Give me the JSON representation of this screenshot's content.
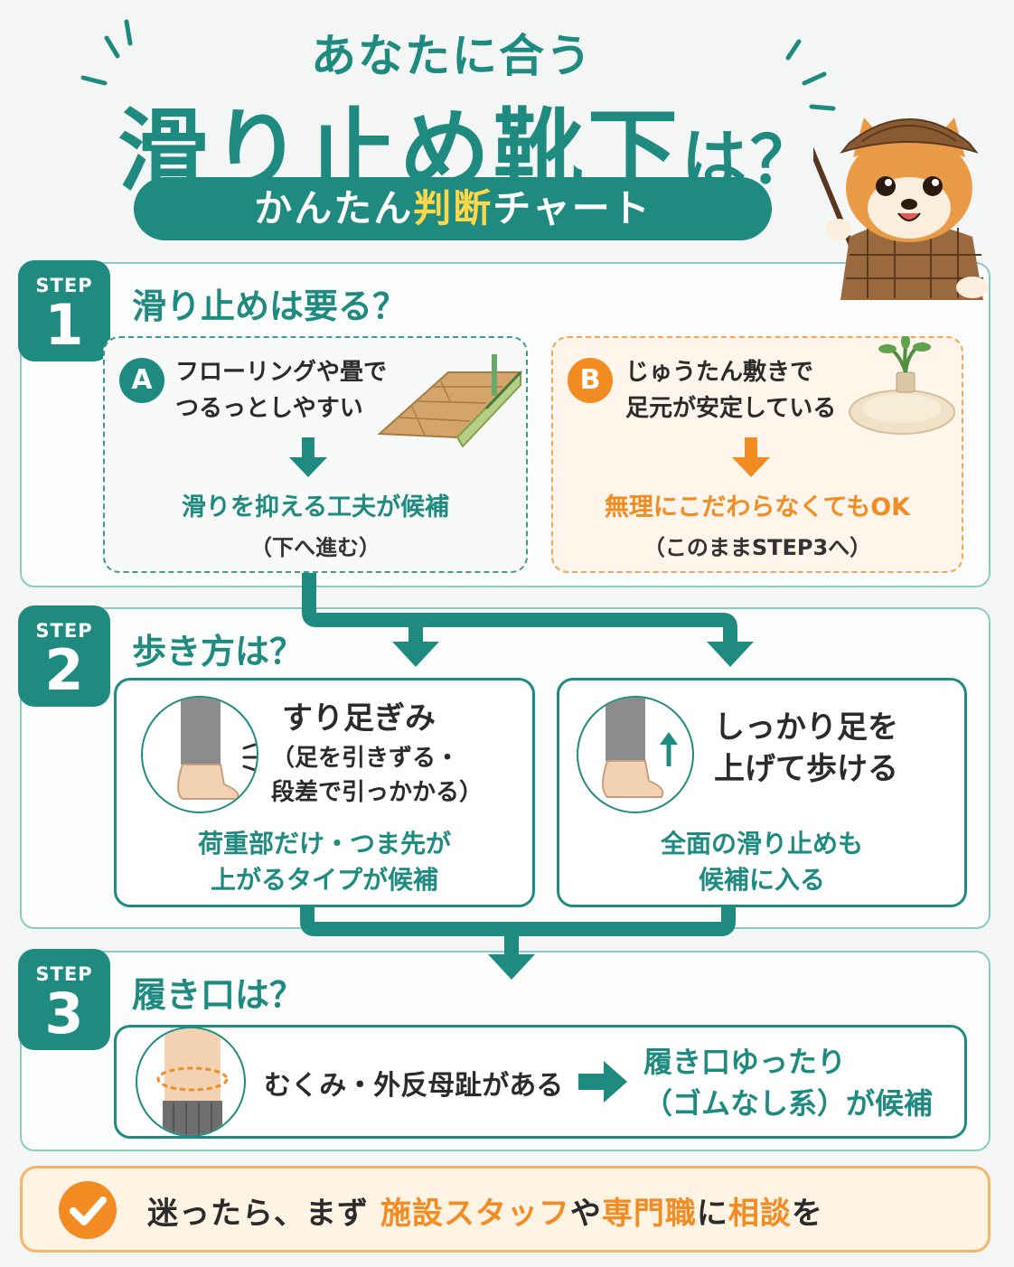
{
  "header": {
    "subtitle": "あなたに合う",
    "title_main": "滑り止め靴下",
    "title_tail": "は？",
    "banner_pre": "かんたん",
    "banner_highlight": "判断",
    "banner_post": "チャート"
  },
  "step_label": "STEP",
  "step1": {
    "number": "1",
    "question": "滑り止めは要る？",
    "option_a": {
      "letter": "A",
      "line1": "フローリングや畳で",
      "line2": "つるっとしやすい",
      "result": "滑りを抑える工夫が候補",
      "note": "（下へ進む）"
    },
    "option_b": {
      "letter": "B",
      "line1": "じゅうたん敷きで",
      "line2": "足元が安定している",
      "result": "無理にこだわらなくてもOK",
      "note": "（このままSTEP3へ）"
    }
  },
  "step2": {
    "number": "2",
    "question": "歩き方は？",
    "left": {
      "title": "すり足ぎみ",
      "sub1": "（足を引きずる・",
      "sub2": "段差で引っかかる）",
      "cand1": "荷重部だけ・つま先が",
      "cand2": "上がるタイプが候補"
    },
    "right": {
      "title1": "しっかり足を",
      "title2": "上げて歩ける",
      "cand1": "全面の滑り止めも",
      "cand2": "候補に入る"
    }
  },
  "step3": {
    "number": "3",
    "question": "履き口は？",
    "condition": "むくみ・外反母趾がある",
    "result1": "履き口ゆったり",
    "result2": "（ゴムなし系）が候補"
  },
  "footer": {
    "t1": "迷ったら、まず",
    "t2": "施設スタッフ",
    "t3": "や",
    "t4": "専門職",
    "t5": "に",
    "t6": "相談",
    "t7": "を"
  },
  "colors": {
    "teal": "#1e8a80",
    "orange": "#f28b22",
    "yellow": "#ffd84a"
  }
}
